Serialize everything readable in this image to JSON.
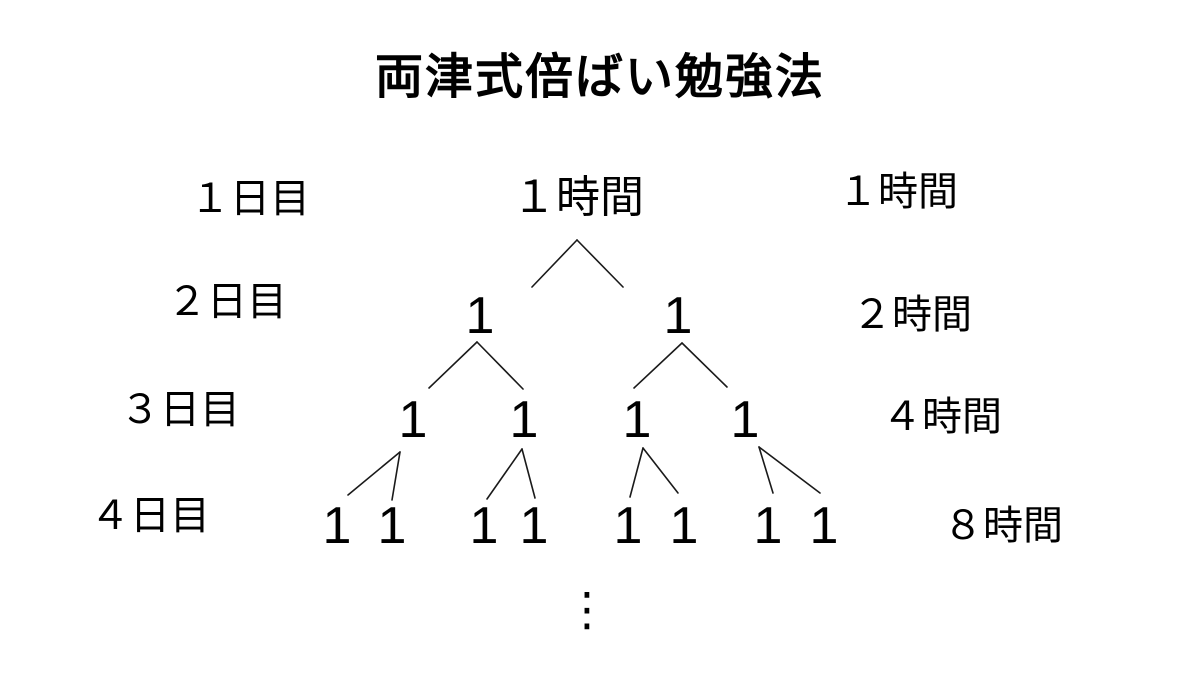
{
  "title": "両津式倍ばい勉強法",
  "left_labels": [
    "１日目",
    "２日目",
    "３日目",
    "４日目"
  ],
  "right_labels": [
    "１時間",
    "２時間",
    "４時間",
    "８時間"
  ],
  "tree": {
    "root": "１時間",
    "level2": [
      "1",
      "1"
    ],
    "level3": [
      "1",
      "1",
      "1",
      "1"
    ],
    "level4": [
      "1",
      "1",
      "1",
      "1",
      "1",
      "1",
      "1",
      "1"
    ],
    "ellipsis": "⋮"
  },
  "colors": {
    "background": "#ffffff",
    "text": "#000000",
    "line": "#1a1a1a"
  }
}
